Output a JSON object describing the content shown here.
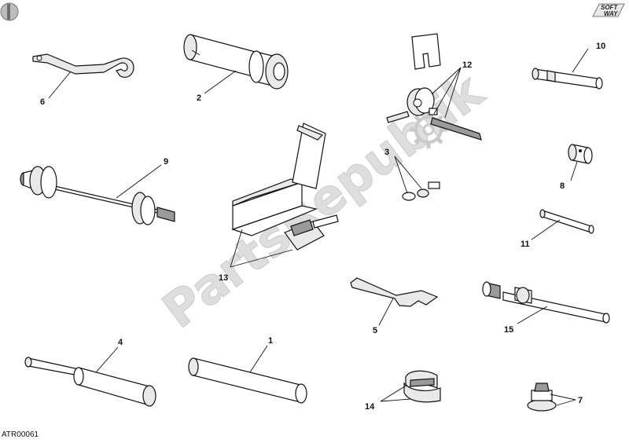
{
  "diagram_code": "ATR00061",
  "logo": {
    "line1": "SOFT",
    "line2": "WAY"
  },
  "watermark": "PartsRepublik",
  "callouts": {
    "c1": "1",
    "c2": "2",
    "c3": "3",
    "c4": "4",
    "c5": "5",
    "c6": "6",
    "c7": "7",
    "c8": "8",
    "c9": "9",
    "c10": "10",
    "c11": "11",
    "c12": "12",
    "c13": "13",
    "c14": "14",
    "c15": "15"
  },
  "icons": [
    "page-corner-icon",
    "gear-watermark-icon"
  ]
}
